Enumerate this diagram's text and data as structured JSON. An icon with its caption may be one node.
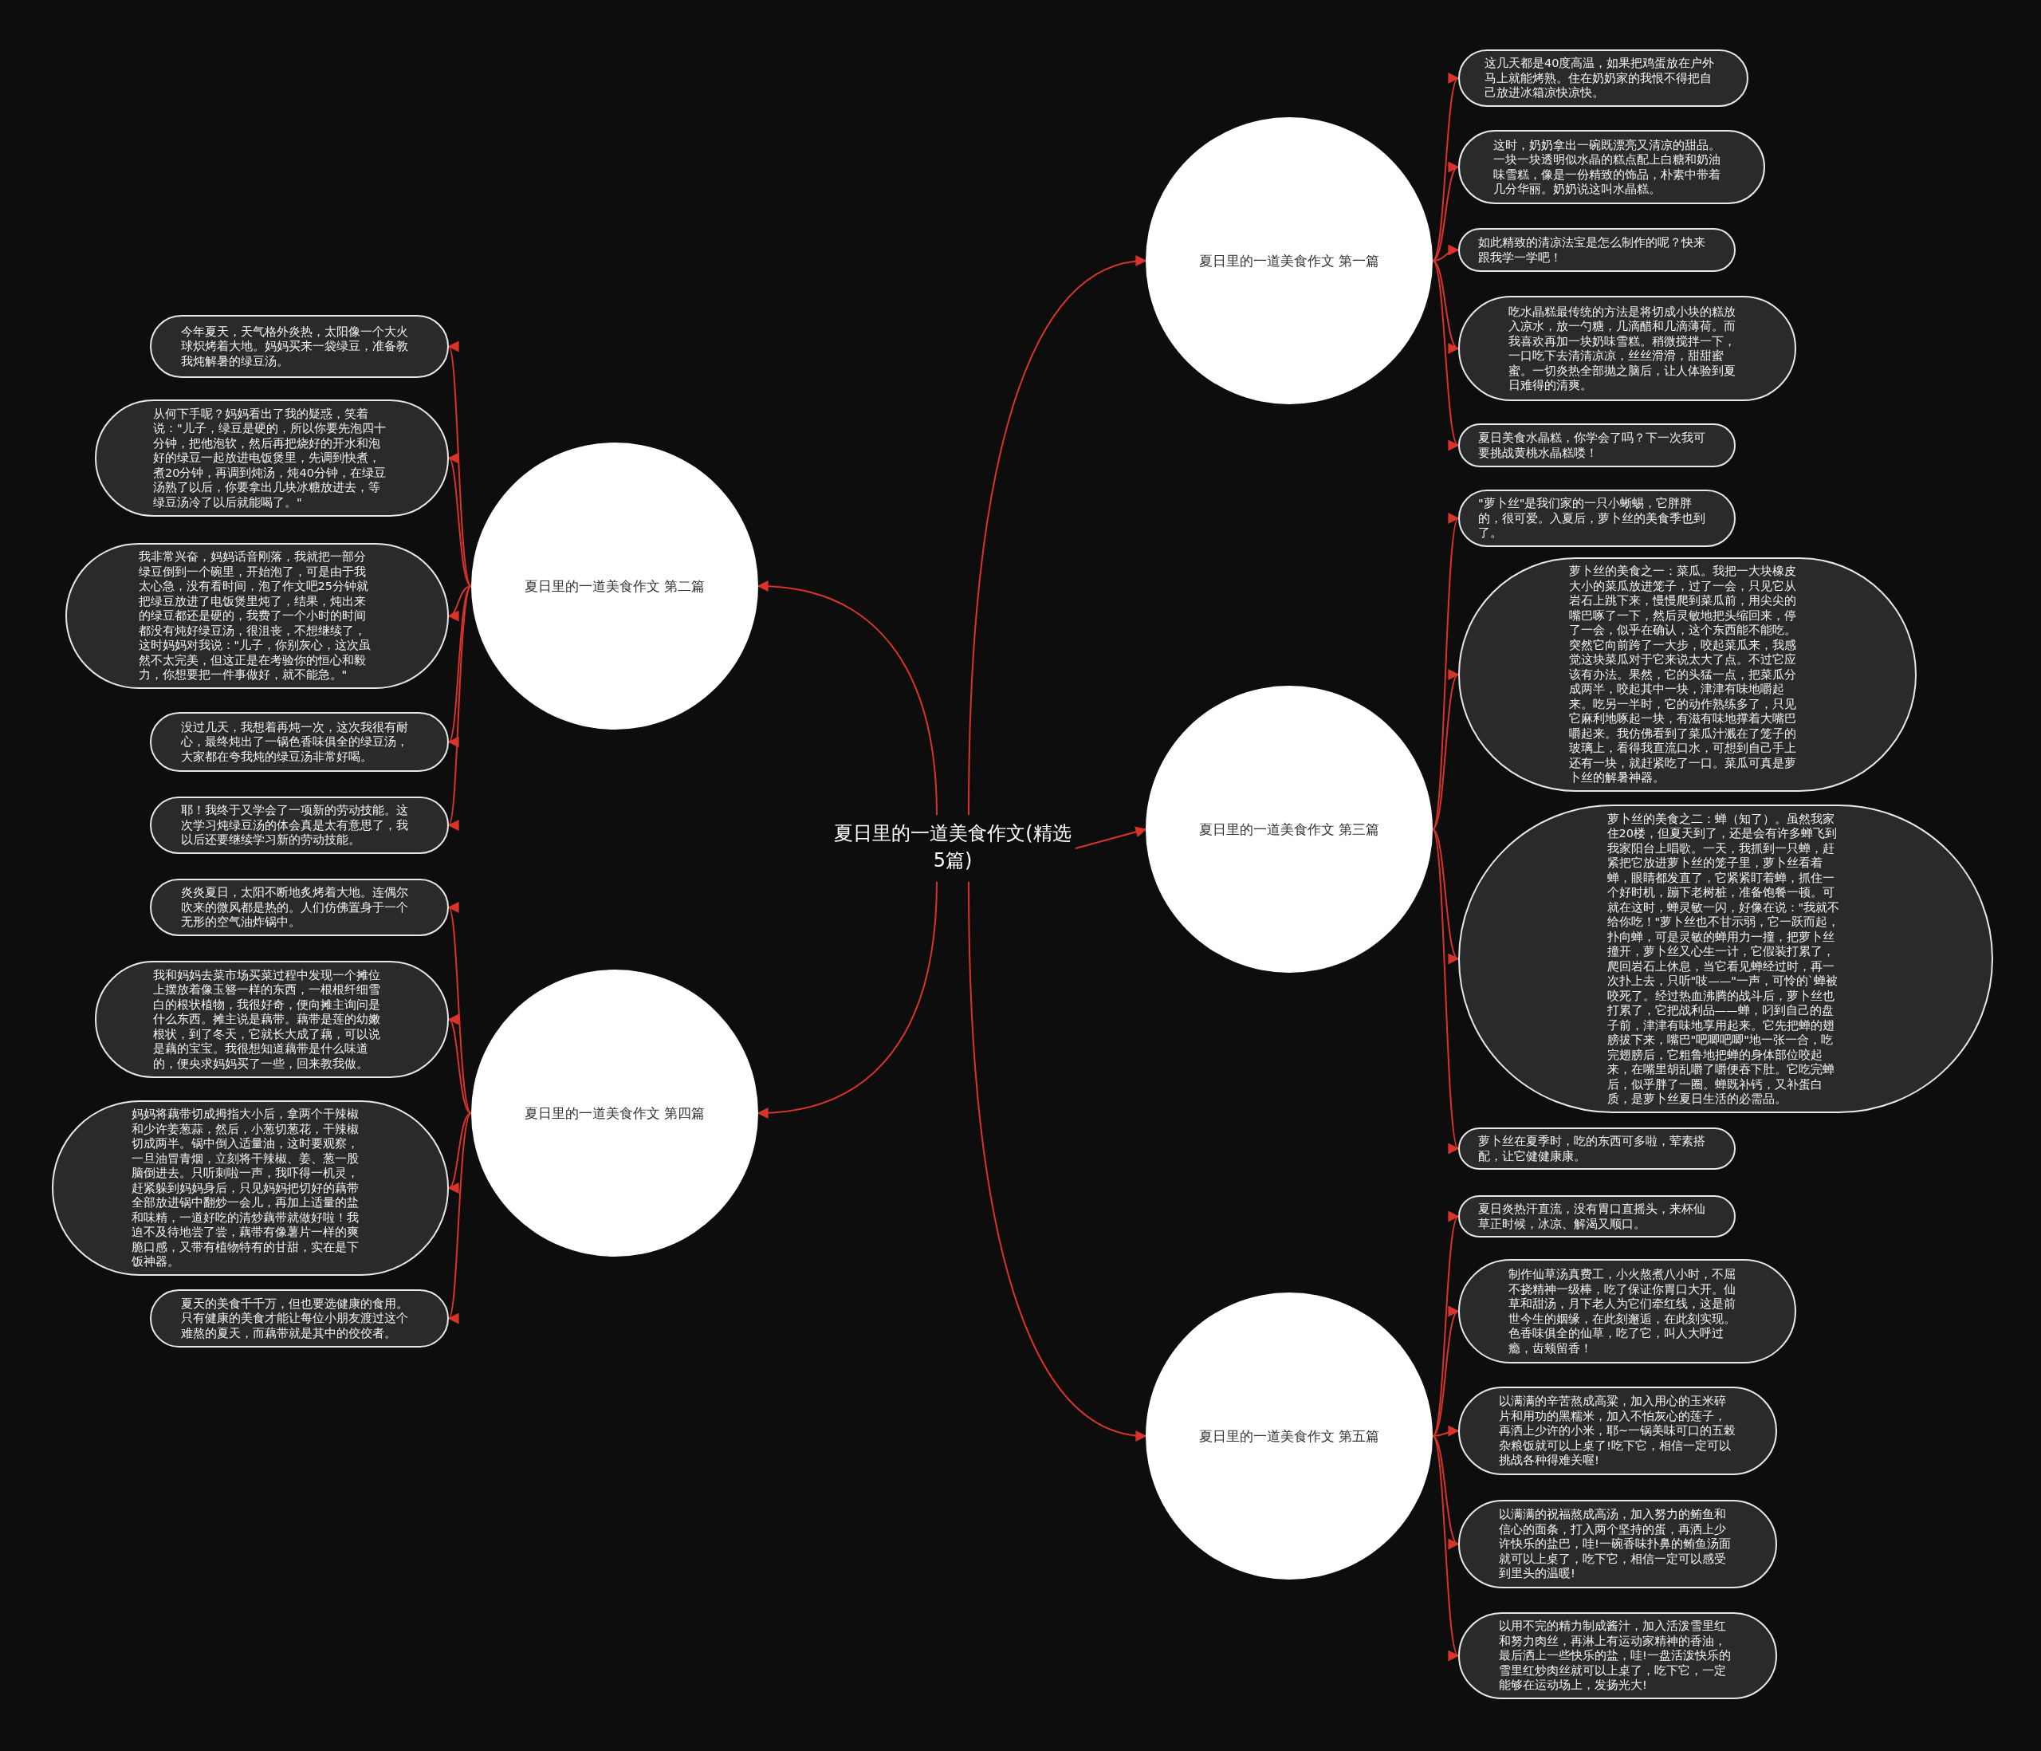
{
  "diagram": {
    "nodes": [
      {
        "text": [
          "夏日里的一道美食作文(精选5篇)"
        ]
      },
      {
        "text": [
          "夏日里的一道美食作文 第一篇"
        ]
      },
      {
        "text": [
          "这几天都是40度高温，如果把鸡蛋放在户外马上就能烤熟。住在奶奶家的我恨不得把自己放进冰箱凉快凉快。"
        ]
      },
      {
        "text": [
          "这时，奶奶拿出一碗既漂亮又清凉的甜品。一块一块透明似水晶的糕点配上白糖和奶油味雪糕，像是一份精致的饰品，朴素中带着几分华丽。奶奶说这叫水晶糕。"
        ]
      },
      {
        "text": [
          "如此精致的清凉法宝是怎么制作的呢？快来跟我学一学吧！"
        ]
      },
      {
        "text": [
          "吃水晶糕最传统的方法是将切成小块的糕放入凉水，放一勺糖，几滴醋和几滴薄荷。而我喜欢再加一块奶味雪糕。稍微搅拌一下，一口吃下去清清凉凉，丝丝滑滑，甜甜蜜蜜。一切炎热全部抛之脑后，让人体验到夏日难得的清爽。"
        ]
      },
      {
        "text": [
          "夏日美食水晶糕，你学会了吗？下一次我可要挑战黄桃水晶糕喽！"
        ]
      },
      {
        "text": [
          "夏日里的一道美食作文 第二篇"
        ]
      },
      {
        "text": [
          "今年夏天，天气格外炎热，太阳像一个大火球炽烤着大地。妈妈买来一袋绿豆，准备教我炖解暑的绿豆汤。"
        ]
      },
      {
        "text": [
          "从何下手呢？妈妈看出了我的疑惑，笑着说：\"儿子，绿豆是硬的，所以你要先泡四十分钟，把他泡软，然后再把烧好的开水和泡好的绿豆一起放进电饭煲里，先调到快煮，煮20分钟，再调到炖汤，炖40分钟，在绿豆汤熟了以后，你要拿出几块冰糖放进去，等绿豆汤冷了以后就能喝了。\""
        ]
      },
      {
        "text": [
          "我非常兴奋，妈妈话音刚落，我就把一部分绿豆倒到一个碗里，开始泡了，可是由于我太心急，没有看时间，泡了作文吧25分钟就把绿豆放进了电饭煲里炖了，结果，炖出来的绿豆都还是硬的，我费了一个小时的时间都没有炖好绿豆汤，很沮丧，不想继续了，这时妈妈对我说：\"儿子，你别灰心，这次虽然不太完美，但这正是在考验你的恒心和毅力，你想要把一件事做好，就不能急。\""
        ]
      },
      {
        "text": [
          "没过几天，我想着再炖一次，这次我很有耐心，最终炖出了一锅色香味俱全的绿豆汤，大家都在夸我炖的绿豆汤非常好喝。"
        ]
      },
      {
        "text": [
          "耶！我终于又学会了一项新的劳动技能。这次学习炖绿豆汤的体会真是太有意思了，我以后还要继续学习新的劳动技能。"
        ]
      },
      {
        "text": [
          "夏日里的一道美食作文 第三篇"
        ]
      },
      {
        "text": [
          "\"萝卜丝\"是我们家的一只小蜥蜴，它胖胖的，很可爱。入夏后，萝卜丝的美食季也到了。"
        ]
      },
      {
        "text": [
          "萝卜丝的美食之一：菜瓜。我把一大块橡皮大小的菜瓜放进笼子，过了一会，只见它从岩石上跳下来，慢慢爬到菜瓜前，用尖尖的嘴巴啄了一下，然后灵敏地把头缩回来，停了一会，似乎在确认，这个东西能不能吃。突然它向前跨了一大步，咬起菜瓜来，我感觉这块菜瓜对于它来说太大了点。不过它应该有办法。果然，它的头猛一点，把菜瓜分成两半，咬起其中一块，津津有味地嚼起来。吃另一半时，它的动作熟练多了，只见它麻利地啄起一块，有滋有味地撑着大嘴巴嚼起来。我仿佛看到了菜瓜汁溅在了笼子的玻璃上，看得我直流口水，可想到自己手上还有一块，就赶紧吃了一口。菜瓜可真是萝卜丝的解暑神器。"
        ]
      },
      {
        "text": [
          "萝卜丝的美食之二：蝉（知了）。虽然我家住20楼，但夏天到了，还是会有许多蝉飞到我家阳台上唱歌。一天，我抓到一只蝉，赶紧把它放进萝卜丝的笼子里，萝卜丝看着蝉，眼睛都发直了，它紧紧盯着蝉，抓住一个好时机，蹦下老树桩，准备饱餐一顿。可就在这时，蝉灵敏一闪，好像在说：\"我就不给你吃！\"萝卜丝也不甘示弱，它一跃而起，扑向蝉，可是灵敏的蝉用力一撞，把萝卜丝撞开，萝卜丝又心生一计，它假装打累了，爬回岩石上休息，当它看见蝉经过时，再一次扑上去，只听\"吱——\"一声，可怜的`蝉被咬死了。经过热血沸腾的战斗后，萝卜丝也打累了，它把战利品——蝉，叼到自己的盘子前，津津有味地享用起来。它先把蝉的翅膀拔下来，嘴巴\"吧唧吧唧\"地一张一合，吃完翅膀后，它粗鲁地把蝉的身体部位咬起来，在嘴里胡乱嚼了嚼便吞下肚。它吃完蝉后，似乎胖了一圈。蝉既补钙，又补蛋白质，是萝卜丝夏日生活的必需品。"
        ]
      },
      {
        "text": [
          "萝卜丝在夏季时，吃的东西可多啦，荤素搭配，让它健健康康。"
        ]
      },
      {
        "text": [
          "夏日里的一道美食作文 第四篇"
        ]
      },
      {
        "text": [
          "炎炎夏日，太阳不断地炙烤着大地。连偶尔吹来的微风都是热的。人们仿佛置身于一个无形的空气油炸锅中。"
        ]
      },
      {
        "text": [
          "我和妈妈去菜市场买菜过程中发现一个摊位上摆放着像玉簪一样的东西，一根根纤细雪白的根状植物，我很好奇，便向摊主询问是什么东西。摊主说是藕带。藕带是莲的幼嫩根状，到了冬天，它就长大成了藕，可以说是藕的宝宝。我很想知道藕带是什么味道的，便央求妈妈买了一些，回来教我做。"
        ]
      },
      {
        "text": [
          "妈妈将藕带切成拇指大小后，拿两个干辣椒和少许姜葱蒜，然后，小葱切葱花，干辣椒切成两半。锅中倒入适量油，这时要观察，一旦油冒青烟，立刻将干辣椒、姜、葱一股脑倒进去。只听刺啦一声，我吓得一机灵，赶紧躲到妈妈身后，只见妈妈把切好的藕带全部放进锅中翻炒一会儿，再加上适量的盐和味精，一道好吃的清炒藕带就做好啦！我迫不及待地尝了尝，藕带有像薯片一样的爽脆口感，又带有植物特有的甘甜，实在是下饭神器。"
        ]
      },
      {
        "text": [
          "夏天的美食千千万，但也要选健康的食用。只有健康的美食才能让每位小朋友渡过这个难熬的夏天，而藕带就是其中的佼佼者。"
        ]
      },
      {
        "text": [
          "夏日里的一道美食作文 第五篇"
        ]
      },
      {
        "text": [
          "夏日炎热汗直流，没有胃口直摇头，来杯仙草正时候，冰凉、解渴又顺口。"
        ]
      },
      {
        "text": [
          "制作仙草汤真费工，小火熬煮八小时，不屈不挠精神一级棒，吃了保证你胃口大开。仙草和甜汤，月下老人为它们牵红线，这是前世今生的姻缘，在此刻邂逅，在此刻实现。色香味俱全的仙草，吃了它，叫人大呼过瘾，齿颊留香！"
        ]
      },
      {
        "text": [
          "以满满的辛苦熬成高粱，加入用心的玉米碎片和用功的黑糯米，加入不怕灰心的莲子，再洒上少许的小米，耶~一锅美味可口的五榖杂粮饭就可以上桌了!吃下它，相信一定可以挑战各种得难关喔!"
        ]
      },
      {
        "text": [
          "以满满的祝福熬成高汤，加入努力的鲔鱼和信心的面条，打入两个坚持的蛋，再洒上少许快乐的盐巴，哇!一碗香味扑鼻的鲔鱼汤面就可以上桌了，吃下它，相信一定可以感受到里头的温暖!"
        ]
      },
      {
        "text": [
          "以用不完的精力制成酱汁，加入活泼雪里红和努力肉丝，再淋上有运动家精神的香油，最后洒上一些快乐的盐，哇!一盘活泼快乐的雪里红炒肉丝就可以上桌了，吃下它，一定能够在运动场上，发扬光大!"
        ]
      }
    ],
    "edges": [
      {
        "from": 0,
        "to": 1,
        "arrow": "to"
      },
      {
        "from": 1,
        "to": 2,
        "arrow": "to"
      },
      {
        "from": 1,
        "to": 3,
        "arrow": "to"
      },
      {
        "from": 1,
        "to": 4,
        "arrow": "to"
      },
      {
        "from": 1,
        "to": 5,
        "arrow": "to"
      },
      {
        "from": 1,
        "to": 6,
        "arrow": "to"
      },
      {
        "from": 0,
        "to": 7,
        "arrow": "to"
      },
      {
        "from": 7,
        "to": 8,
        "arrow": "to"
      },
      {
        "from": 7,
        "to": 9,
        "arrow": "to"
      },
      {
        "from": 7,
        "to": 10,
        "arrow": "to"
      },
      {
        "from": 7,
        "to": 11,
        "arrow": "to"
      },
      {
        "from": 7,
        "to": 12,
        "arrow": "to"
      },
      {
        "from": 0,
        "to": 13,
        "arrow": "to"
      },
      {
        "from": 13,
        "to": 14,
        "arrow": "to"
      },
      {
        "from": 13,
        "to": 15,
        "arrow": "to"
      },
      {
        "from": 13,
        "to": 16,
        "arrow": "to"
      },
      {
        "from": 13,
        "to": 17,
        "arrow": "to"
      },
      {
        "from": 0,
        "to": 18,
        "arrow": "to"
      },
      {
        "from": 18,
        "to": 19,
        "arrow": "to"
      },
      {
        "from": 18,
        "to": 20,
        "arrow": "to"
      },
      {
        "from": 18,
        "to": 21,
        "arrow": "to"
      },
      {
        "from": 18,
        "to": 22,
        "arrow": "to"
      },
      {
        "from": 0,
        "to": 23,
        "arrow": "to"
      },
      {
        "from": 23,
        "to": 24,
        "arrow": "to"
      },
      {
        "from": 23,
        "to": 25,
        "arrow": "to"
      },
      {
        "from": 23,
        "to": 26,
        "arrow": "to"
      },
      {
        "from": 23,
        "to": 27,
        "arrow": "to"
      },
      {
        "from": 23,
        "to": 28,
        "arrow": "to"
      }
    ]
  }
}
